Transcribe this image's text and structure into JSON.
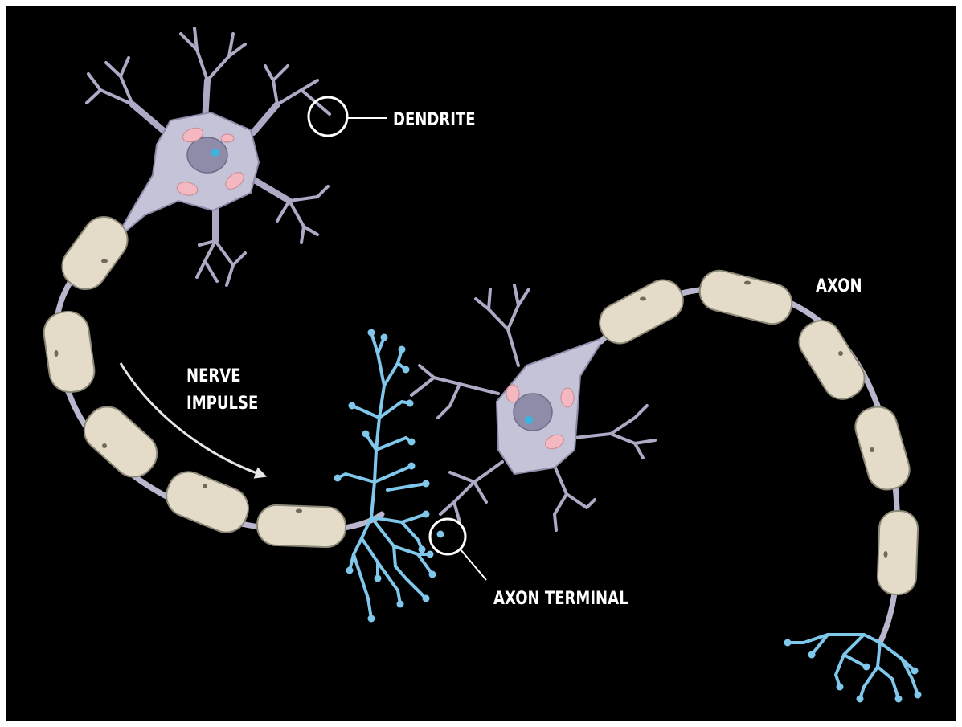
{
  "labels": {
    "dendrite": "DENDRITE",
    "axon": "AXON",
    "nerve_impulse_line1": "NERVE",
    "nerve_impulse_line2": "IMPULSE",
    "axon_terminal": "AXON TERMINAL"
  },
  "colors": {
    "background": "#000000",
    "cell_body": "#c5c3d8",
    "cell_outline": "#8d8ba8",
    "nucleus": "#8e8ca8",
    "nucleolus": "#3ab4e2",
    "organelle": "#f4b8c0",
    "myelin": "#e4dcc9",
    "myelin_outline": "#8c8878",
    "axon": "#b9b6cd",
    "terminal": "#7fc8ec",
    "label_text": "#ffffff"
  }
}
